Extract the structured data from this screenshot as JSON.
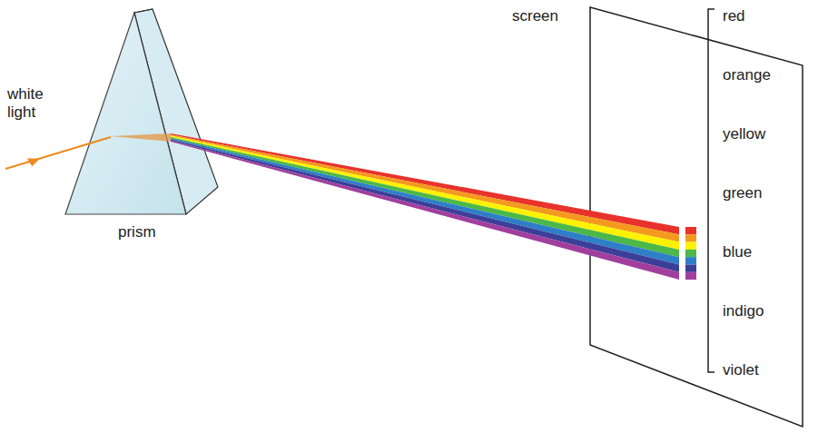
{
  "diagram": {
    "labels": [
      "white light",
      "prism",
      "screen",
      "red",
      "orange",
      "yellow",
      "green",
      "blue",
      "indigo",
      "violet"
    ]
  }
}
